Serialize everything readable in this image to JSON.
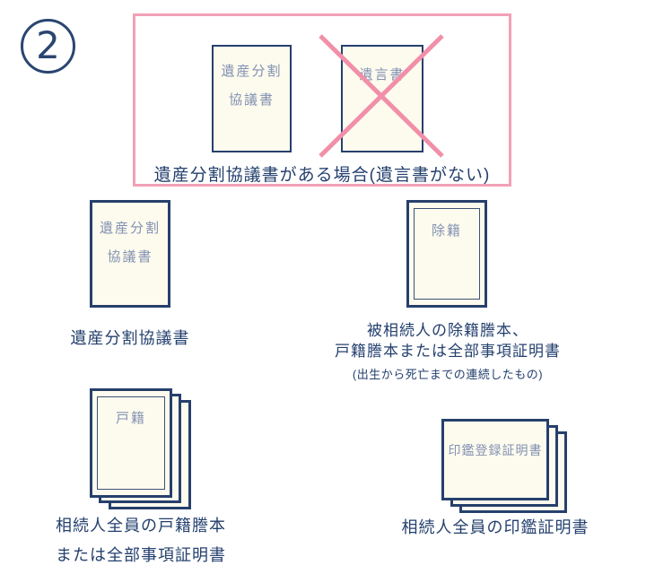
{
  "badge": {
    "number": "2"
  },
  "colors": {
    "navy_border": "#26406C",
    "caption_text": "#24406E",
    "doc_label_text": "#8291B2",
    "pink_accent": "#F2A0B6",
    "cross_pink": "#F18FA9",
    "doc_fill": "#FDFBEE",
    "background": "#FFFFFF"
  },
  "condition_box": {
    "caption": "遺産分割協議書がある場合(遺言書がない)",
    "agreement_doc_label_line1": "遺産分割",
    "agreement_doc_label_line2": "協議書",
    "will_doc_label": "遺言書"
  },
  "agreement_item": {
    "doc_label_line1": "遺産分割",
    "doc_label_line2": "協議書",
    "caption": "遺産分割協議書"
  },
  "joseki_item": {
    "doc_label": "除籍",
    "caption_line1": "被相続人の除籍謄本、",
    "caption_line2": "戸籍謄本または全部事項証明書",
    "caption_note": "(出生から死亡までの連続したもの)"
  },
  "koseki_item": {
    "doc_label": "戸籍",
    "caption_line1": "相続人全員の戸籍謄本",
    "caption_line2": "または全部事項証明書"
  },
  "inkan_item": {
    "doc_label": "印鑑登録証明書",
    "caption": "相続人全員の印鑑証明書"
  }
}
